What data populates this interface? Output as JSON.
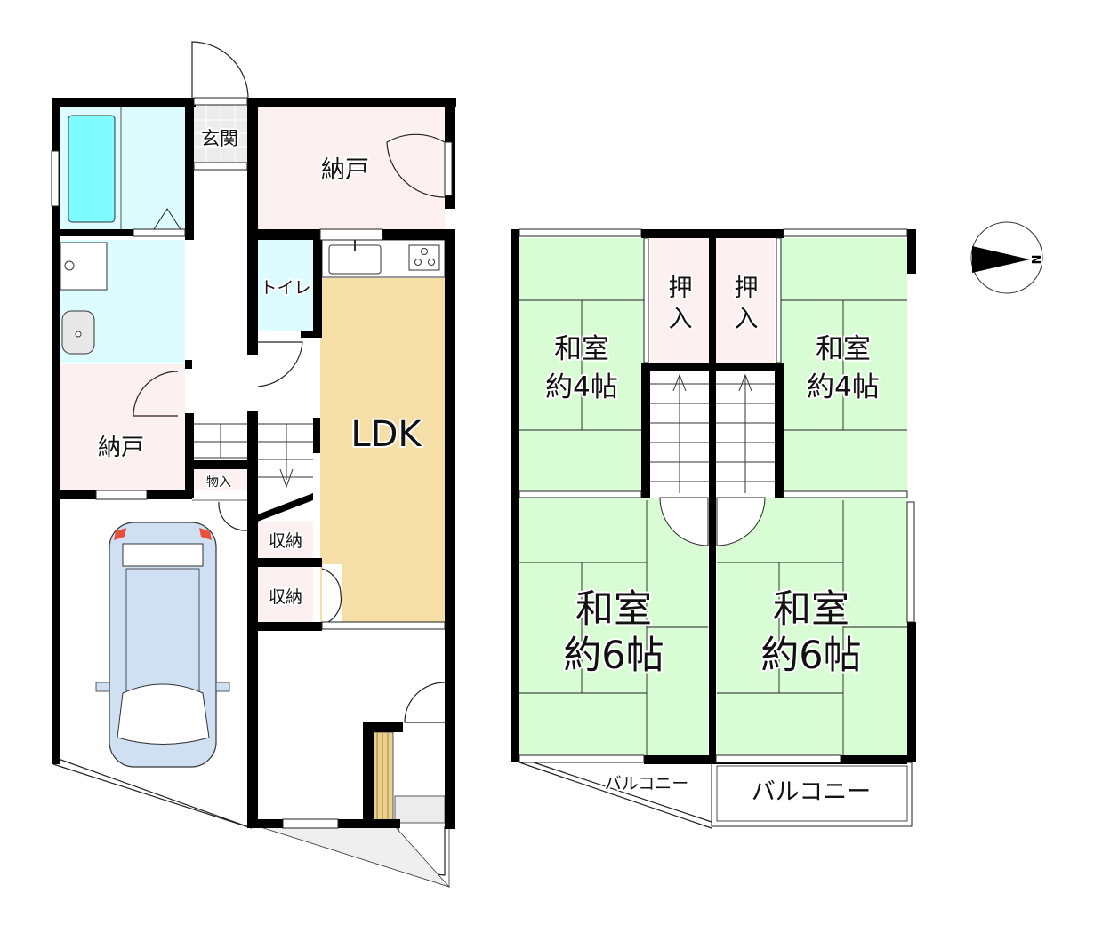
{
  "floor1": {
    "rooms": {
      "entrance": "玄関",
      "storage_top": "納戸",
      "toilet": "トイレ",
      "ldk": "LDK",
      "storage_left": "納戸",
      "closet_small": "物入",
      "storage_a": "収納",
      "storage_b": "収納"
    }
  },
  "floor2": {
    "rooms": {
      "washitsu_tl_1": "和室",
      "washitsu_tl_2": "約4帖",
      "oshiire_l": [
        "押",
        "入"
      ],
      "oshiire_r": [
        "押",
        "入"
      ],
      "washitsu_tr_1": "和室",
      "washitsu_tr_2": "約4帖",
      "washitsu_bl_1": "和室",
      "washitsu_bl_2": "約6帖",
      "washitsu_br_1": "和室",
      "washitsu_br_2": "約6帖",
      "balcony_l": "バルコニー",
      "balcony_r": "バルコニー"
    }
  },
  "compass": {
    "label": "N"
  },
  "colors": {
    "bath": "#dcfcff",
    "bathtub": "#7ffcff",
    "storage": "#fdf0f0",
    "ldk": "#f5dfa6",
    "tatami": "#d8fcd4",
    "tile": "#ececec",
    "car_body": "#cfe0f2",
    "car_light": "#e8503c",
    "step": "#ecd18c"
  }
}
